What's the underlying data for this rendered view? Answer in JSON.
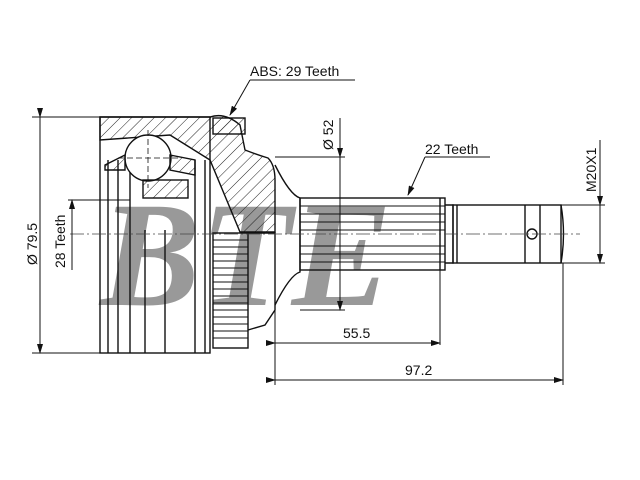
{
  "watermark": "BTE",
  "labels": {
    "abs": "ABS: 29 Teeth",
    "diameter_52": "Ø 52",
    "spline_outer": "22 Teeth",
    "thread": "M20X1",
    "outer_diameter": "Ø 79.5",
    "spline_inner": "28 Teeth",
    "dim_short": "55.5",
    "dim_long": "97.2"
  },
  "colors": {
    "line": "#111111",
    "watermark": "#8f8f8f"
  }
}
